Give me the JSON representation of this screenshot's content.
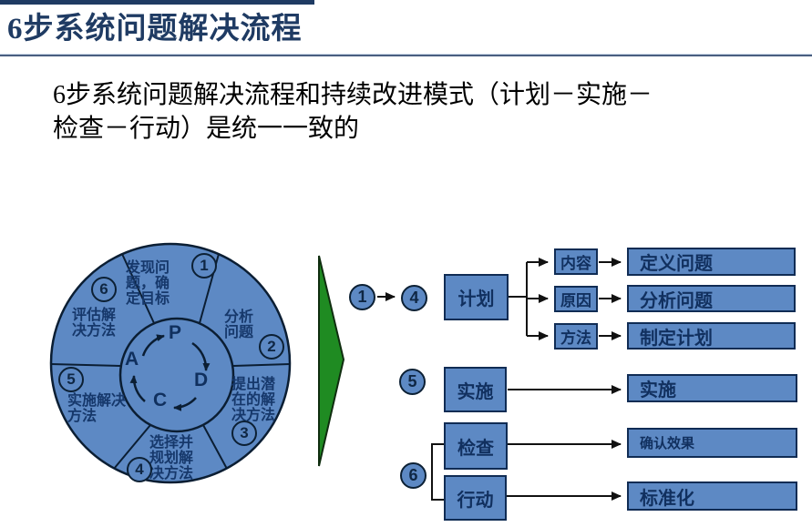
{
  "slide": {
    "title": "6步系统问题解决流程",
    "subtitle": "6步系统问题解决流程和持续改进模式（计划－实施－\n检查－行动）是统一一致的"
  },
  "pdca_wheel": {
    "center_letters": {
      "p": "P",
      "d": "D",
      "c": "C",
      "a": "A"
    },
    "segments": [
      {
        "number": "1",
        "label": "发现问\n题，确\n定目标"
      },
      {
        "number": "2",
        "label": "分析\n问题"
      },
      {
        "number": "3",
        "label": "提出潜\n在的解\n决方法"
      },
      {
        "number": "4",
        "label": "选择并\n规划解\n决方法"
      },
      {
        "number": "5",
        "label": "实施解决\n方法"
      },
      {
        "number": "6",
        "label": "评估解\n决方法"
      }
    ]
  },
  "flow": {
    "steps": {
      "one": "1",
      "four": "4",
      "five": "5",
      "six": "6"
    },
    "stage_boxes": {
      "plan": "计划",
      "do": "实施",
      "check": "检查",
      "act": "行动"
    },
    "plan_aspects": {
      "content": "内容",
      "cause": "原因",
      "method": "方法"
    },
    "outputs": {
      "define_problem": "定义问题",
      "analyze_problem": "分析问题",
      "make_plan": "制定计划",
      "implement": "实施",
      "confirm_effect": "确认效果",
      "standardize": "标准化"
    }
  },
  "colors": {
    "fill_blue": "#5d89c4",
    "outline_navy": "#102c54",
    "text_navy": "#16386b",
    "title_navy": "#1f3b63",
    "arrow_green": "#1f8b22",
    "connector_black": "#111111"
  }
}
